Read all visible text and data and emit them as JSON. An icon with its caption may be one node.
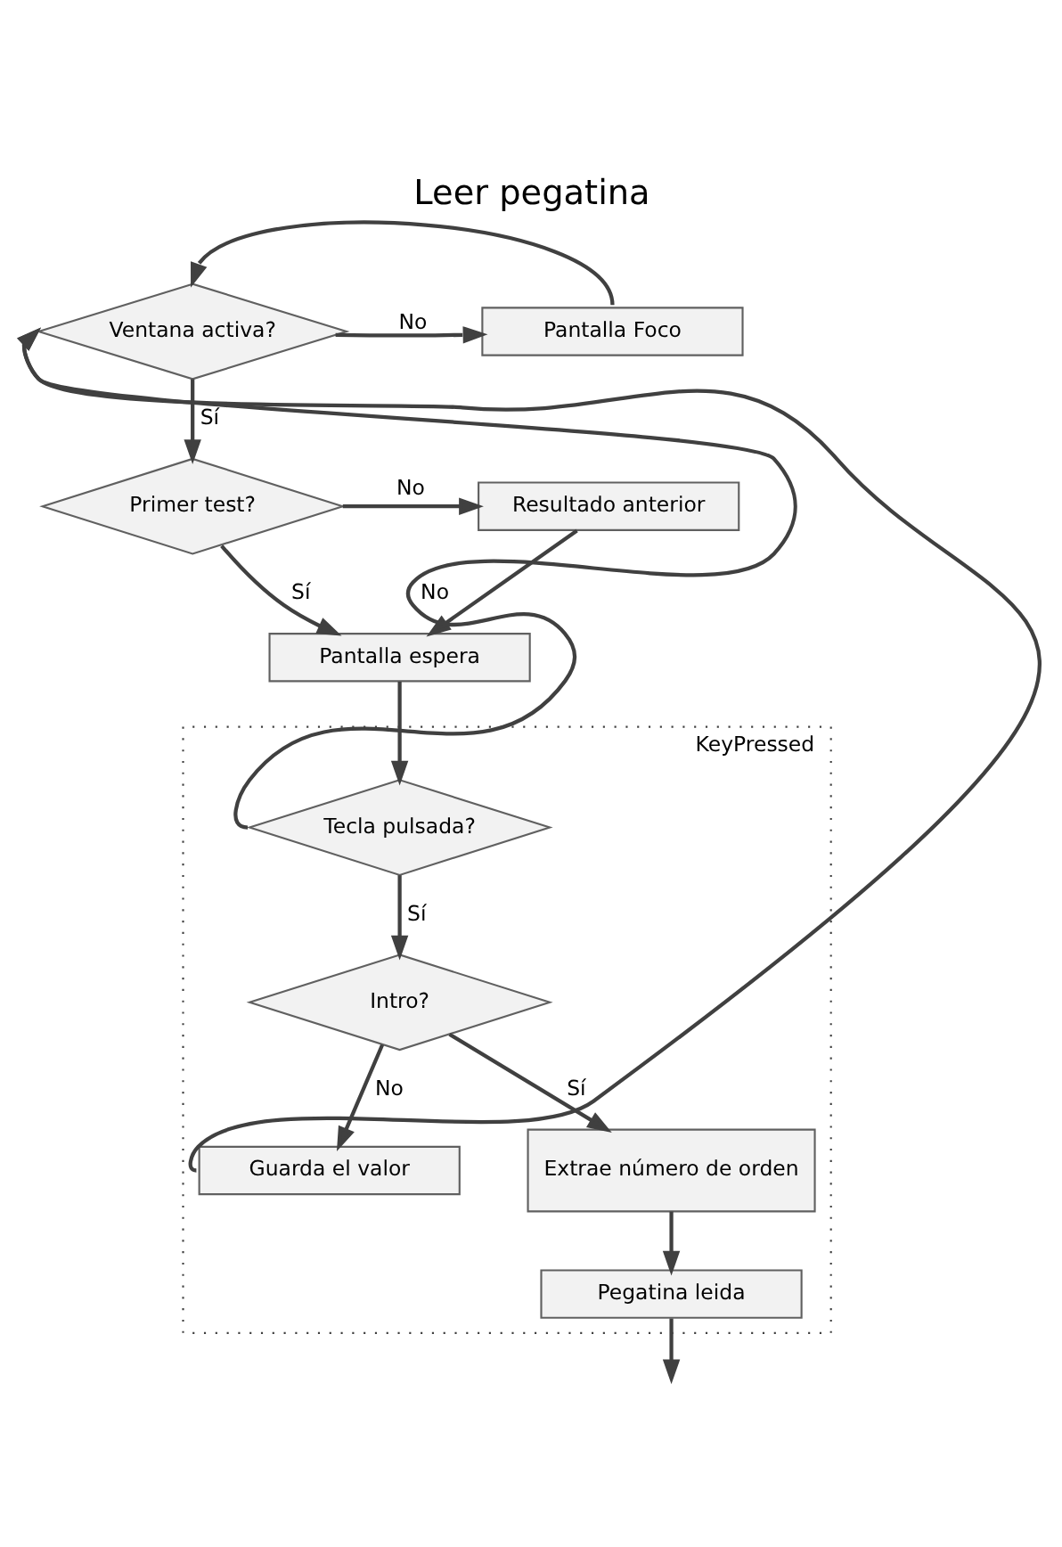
{
  "diagram": {
    "title": "Leer pegatina",
    "nodes": [
      {
        "text": [
          "Ventana activa?"
        ]
      },
      {
        "text": [
          "Pantalla Foco"
        ]
      },
      {
        "text": [
          "Primer test?"
        ]
      },
      {
        "text": [
          "Resultado anterior"
        ]
      },
      {
        "text": [
          "Pantalla espera"
        ]
      },
      {
        "text": [
          "KeyPressed"
        ]
      },
      {
        "text": [
          "Tecla pulsada?"
        ],
        "in": 5
      },
      {
        "text": [
          "Intro?"
        ],
        "in": 5
      },
      {
        "text": [
          "Guarda el valor"
        ],
        "in": 5
      },
      {
        "text": [
          "Extrae número de orden"
        ],
        "in": 5
      },
      {
        "text": [
          "Pegatina leida"
        ],
        "in": 5
      }
    ],
    "edges": [
      {
        "from": 0,
        "to": 1,
        "arrow": "to",
        "label": "No"
      },
      {
        "from": 1,
        "to": 0,
        "arrow": "to"
      },
      {
        "from": 0,
        "to": 2,
        "arrow": "to",
        "label": "Sí"
      },
      {
        "from": 2,
        "to": 3,
        "arrow": "to",
        "label": "No"
      },
      {
        "from": 2,
        "to": 4,
        "arrow": "to",
        "label": "Sí"
      },
      {
        "from": 3,
        "to": 4,
        "arrow": "to"
      },
      {
        "from": 4,
        "to": 6,
        "arrow": "to"
      },
      {
        "from": 6,
        "to": 0,
        "arrow": "to",
        "label": "No"
      },
      {
        "from": 6,
        "to": 7,
        "arrow": "to",
        "label": "Sí"
      },
      {
        "from": 7,
        "to": 8,
        "arrow": "to",
        "label": "No"
      },
      {
        "from": 8,
        "to": 0,
        "arrow": "to"
      },
      {
        "from": 7,
        "to": 9,
        "arrow": "to",
        "label": "Sí"
      },
      {
        "from": 9,
        "to": 10,
        "arrow": "to"
      },
      {
        "from": 10,
        "to": null,
        "arrow": "to"
      }
    ]
  }
}
